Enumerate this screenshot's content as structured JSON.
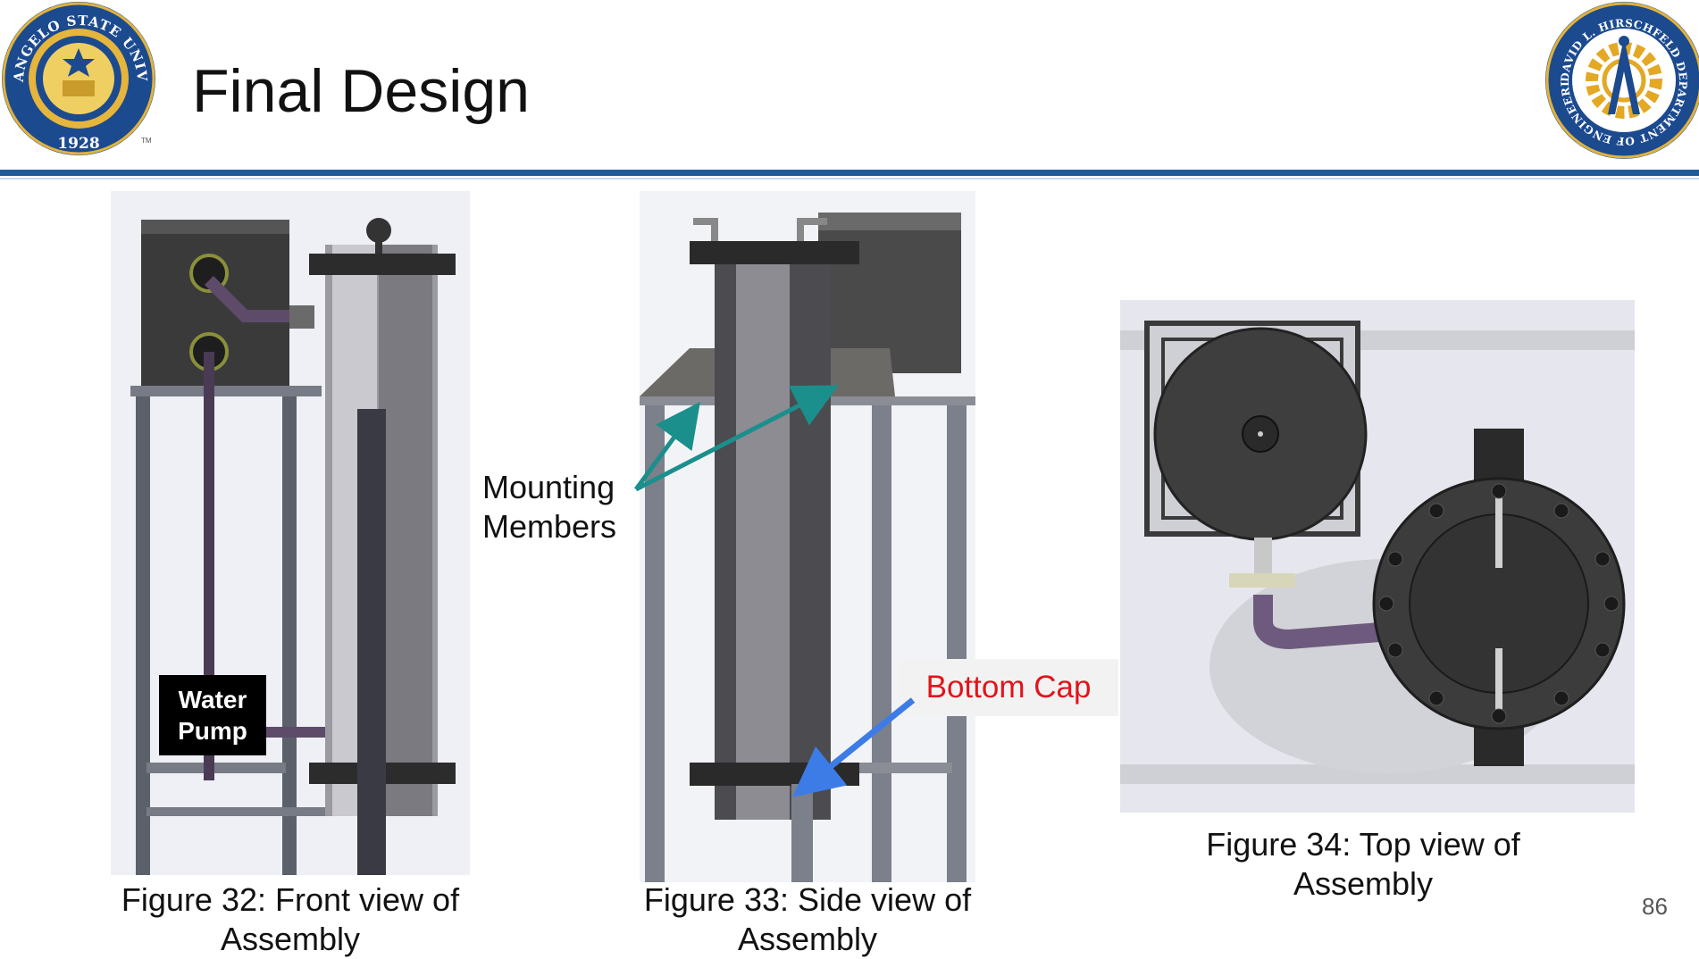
{
  "slide": {
    "title": "Final Design",
    "page_number": "86"
  },
  "logos": {
    "left": {
      "ring_text": "ANGELO STATE UNIVERSITY",
      "year": "1928",
      "tm": "TM"
    },
    "right": {
      "ring_text": "DAVID L. HIRSCHFELD DEPARTMENT OF ENGINEERING"
    }
  },
  "figures": [
    {
      "caption_line1": "Figure 32: Front view of",
      "caption_line2": "Assembly"
    },
    {
      "caption_line1": "Figure 33: Side view of",
      "caption_line2": "Assembly"
    },
    {
      "caption_line1": "Figure 34: Top view of",
      "caption_line2": "Assembly"
    }
  ],
  "annotations": {
    "water_pump_line1": "Water",
    "water_pump_line2": "Pump",
    "mounting_line1": "Mounting",
    "mounting_line2": "Members",
    "bottom_cap": "Bottom Cap"
  },
  "colors": {
    "header_rule": "#1d5a9a",
    "bottom_cap_text": "#e1141b",
    "arrow_teal": "#1b8f8c",
    "arrow_blue": "#3d7ce6"
  }
}
